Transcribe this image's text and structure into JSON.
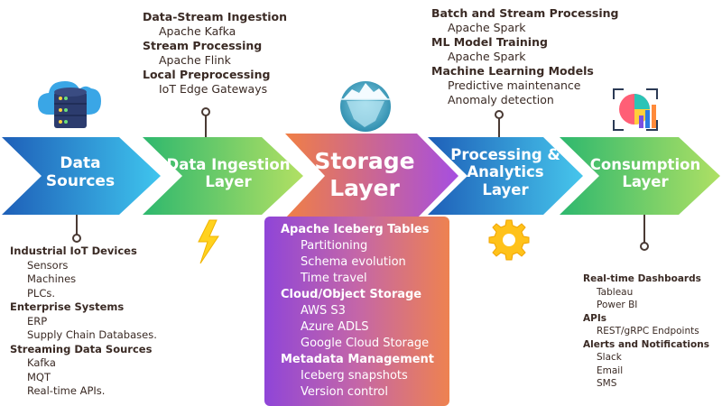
{
  "stages": [
    {
      "lines": [
        "Data",
        "Sources"
      ],
      "icon": "database-cloud-icon"
    },
    {
      "lines": [
        "Data Ingestion",
        "Layer"
      ],
      "icon": "lightning-bolt-icon"
    },
    {
      "lines": [
        "Storage",
        "Layer"
      ],
      "icon": "iceberg-icon"
    },
    {
      "lines": [
        "Processing &",
        "Analytics",
        "Layer"
      ],
      "icon": "gear-icon"
    },
    {
      "lines": [
        "Consumption",
        "Layer"
      ],
      "icon": "analytics-dashboard-icon"
    }
  ],
  "sources": {
    "groups": [
      {
        "title": "Industrial IoT Devices",
        "items": [
          "Sensors",
          "Machines",
          "PLCs."
        ]
      },
      {
        "title": "Enterprise Systems",
        "items": [
          "ERP",
          "Supply Chain Databases."
        ]
      },
      {
        "title": "Streaming Data Sources",
        "items": [
          "Kafka",
          "MQT",
          "Real-time APIs."
        ]
      }
    ]
  },
  "ingestion": {
    "groups": [
      {
        "title": "Data-Stream Ingestion",
        "items": [
          "Apache Kafka"
        ]
      },
      {
        "title": "Stream Processing",
        "items": [
          "Apache Flink"
        ]
      },
      {
        "title": "Local Preprocessing",
        "items": [
          "IoT Edge Gateways"
        ]
      }
    ]
  },
  "storage": {
    "groups": [
      {
        "title": "Apache Iceberg Tables",
        "items": [
          "Partitioning",
          "Schema evolution",
          "Time travel"
        ]
      },
      {
        "title": "Cloud/Object Storage",
        "items": [
          "AWS S3",
          "Azure ADLS",
          "Google Cloud Storage"
        ]
      },
      {
        "title": "Metadata Management",
        "items": [
          "Iceberg snapshots",
          "Version control"
        ]
      }
    ]
  },
  "processing": {
    "groups": [
      {
        "title": "Batch and Stream Processing",
        "items": [
          "Apache Spark"
        ]
      },
      {
        "title": "ML Model Training",
        "items": [
          "Apache Spark"
        ]
      },
      {
        "title": "Machine Learning Models",
        "items": [
          "Predictive maintenance",
          "Anomaly detection"
        ]
      }
    ]
  },
  "consumption": {
    "groups": [
      {
        "title": "Real-time Dashboards",
        "items": [
          "Tableau",
          "Power BI"
        ]
      },
      {
        "title": "APIs",
        "items": [
          "REST/gRPC Endpoints"
        ]
      },
      {
        "title": "Alerts and Notifications",
        "items": [
          "Slack",
          "Email",
          "SMS"
        ]
      }
    ]
  },
  "colors": {
    "text_dark": "#3a2a24",
    "connector": "#4a3a34",
    "sources_arrow": [
      "#1e5fb8",
      "#3fc5ee"
    ],
    "ingestion_arrow": [
      "#2eb86e",
      "#b2e063"
    ],
    "storage_arrow": [
      "#f07f45",
      "#a64ee0"
    ],
    "processing_arrow": [
      "#1e5fb8",
      "#46c6ec"
    ],
    "consumption_arrow": [
      "#2eb86e",
      "#aee064"
    ]
  }
}
